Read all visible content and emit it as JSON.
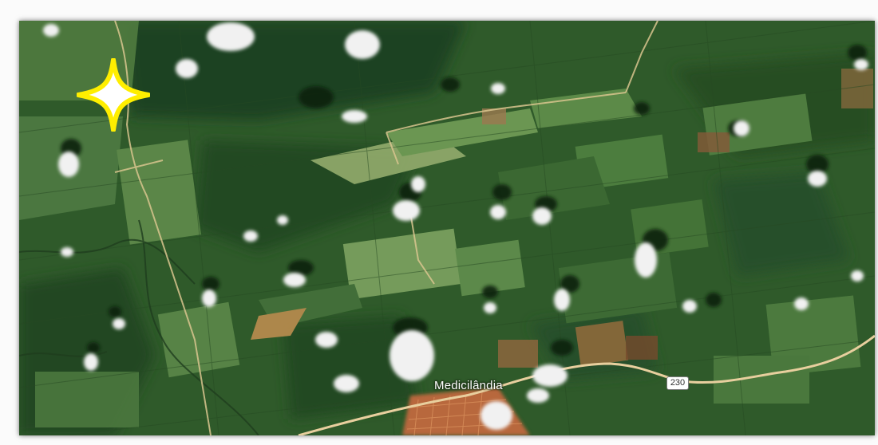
{
  "map": {
    "view": "satellite",
    "labels": {
      "town": "Medicilândia",
      "highway_shield": "230"
    },
    "marker": {
      "shape": "four-point-star",
      "color": "#ffee00",
      "outline": "#e8d000"
    },
    "colors": {
      "forest": "#2f5a2a",
      "dense_forest": "#1f4220",
      "pasture": "#6f9a55",
      "cleared_land": "#8fa86a",
      "road": "#e8cf9e",
      "town": "#b8683d",
      "cloud": "#f1f1f1",
      "cloud_shadow": "#0d2410"
    }
  }
}
